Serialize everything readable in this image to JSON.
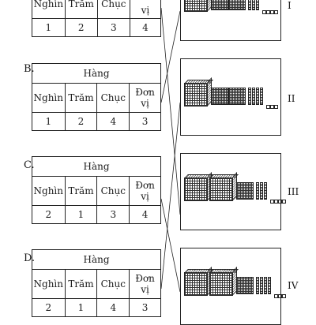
{
  "column_group_label": "Hàng",
  "column_headers": [
    "Nghìn",
    "Trăm",
    "Chục",
    "Đơn vị"
  ],
  "options": [
    {
      "letter": "",
      "values": [
        "1",
        "2",
        "3",
        "4"
      ]
    },
    {
      "letter": "B.",
      "values": [
        "1",
        "2",
        "4",
        "3"
      ]
    },
    {
      "letter": "C.",
      "values": [
        "2",
        "1",
        "3",
        "4"
      ]
    },
    {
      "letter": "D.",
      "values": [
        "2",
        "1",
        "4",
        "3"
      ]
    }
  ],
  "pictures": [
    {
      "label": "I",
      "thousands": 1,
      "hundreds": 2,
      "tens": 3,
      "units": 4
    },
    {
      "label": "II",
      "thousands": 1,
      "hundreds": 2,
      "tens": 4,
      "units": 3
    },
    {
      "label": "III",
      "thousands": 2,
      "hundreds": 1,
      "tens": 3,
      "units": 4
    },
    {
      "label": "IV",
      "thousands": 2,
      "hundreds": 1,
      "tens": 4,
      "units": 3
    }
  ],
  "matches": [
    {
      "option": "A",
      "picture": "III"
    },
    {
      "option": "B",
      "picture": "I"
    },
    {
      "option": "C",
      "picture": "IV"
    },
    {
      "option": "D",
      "picture": "II"
    }
  ]
}
